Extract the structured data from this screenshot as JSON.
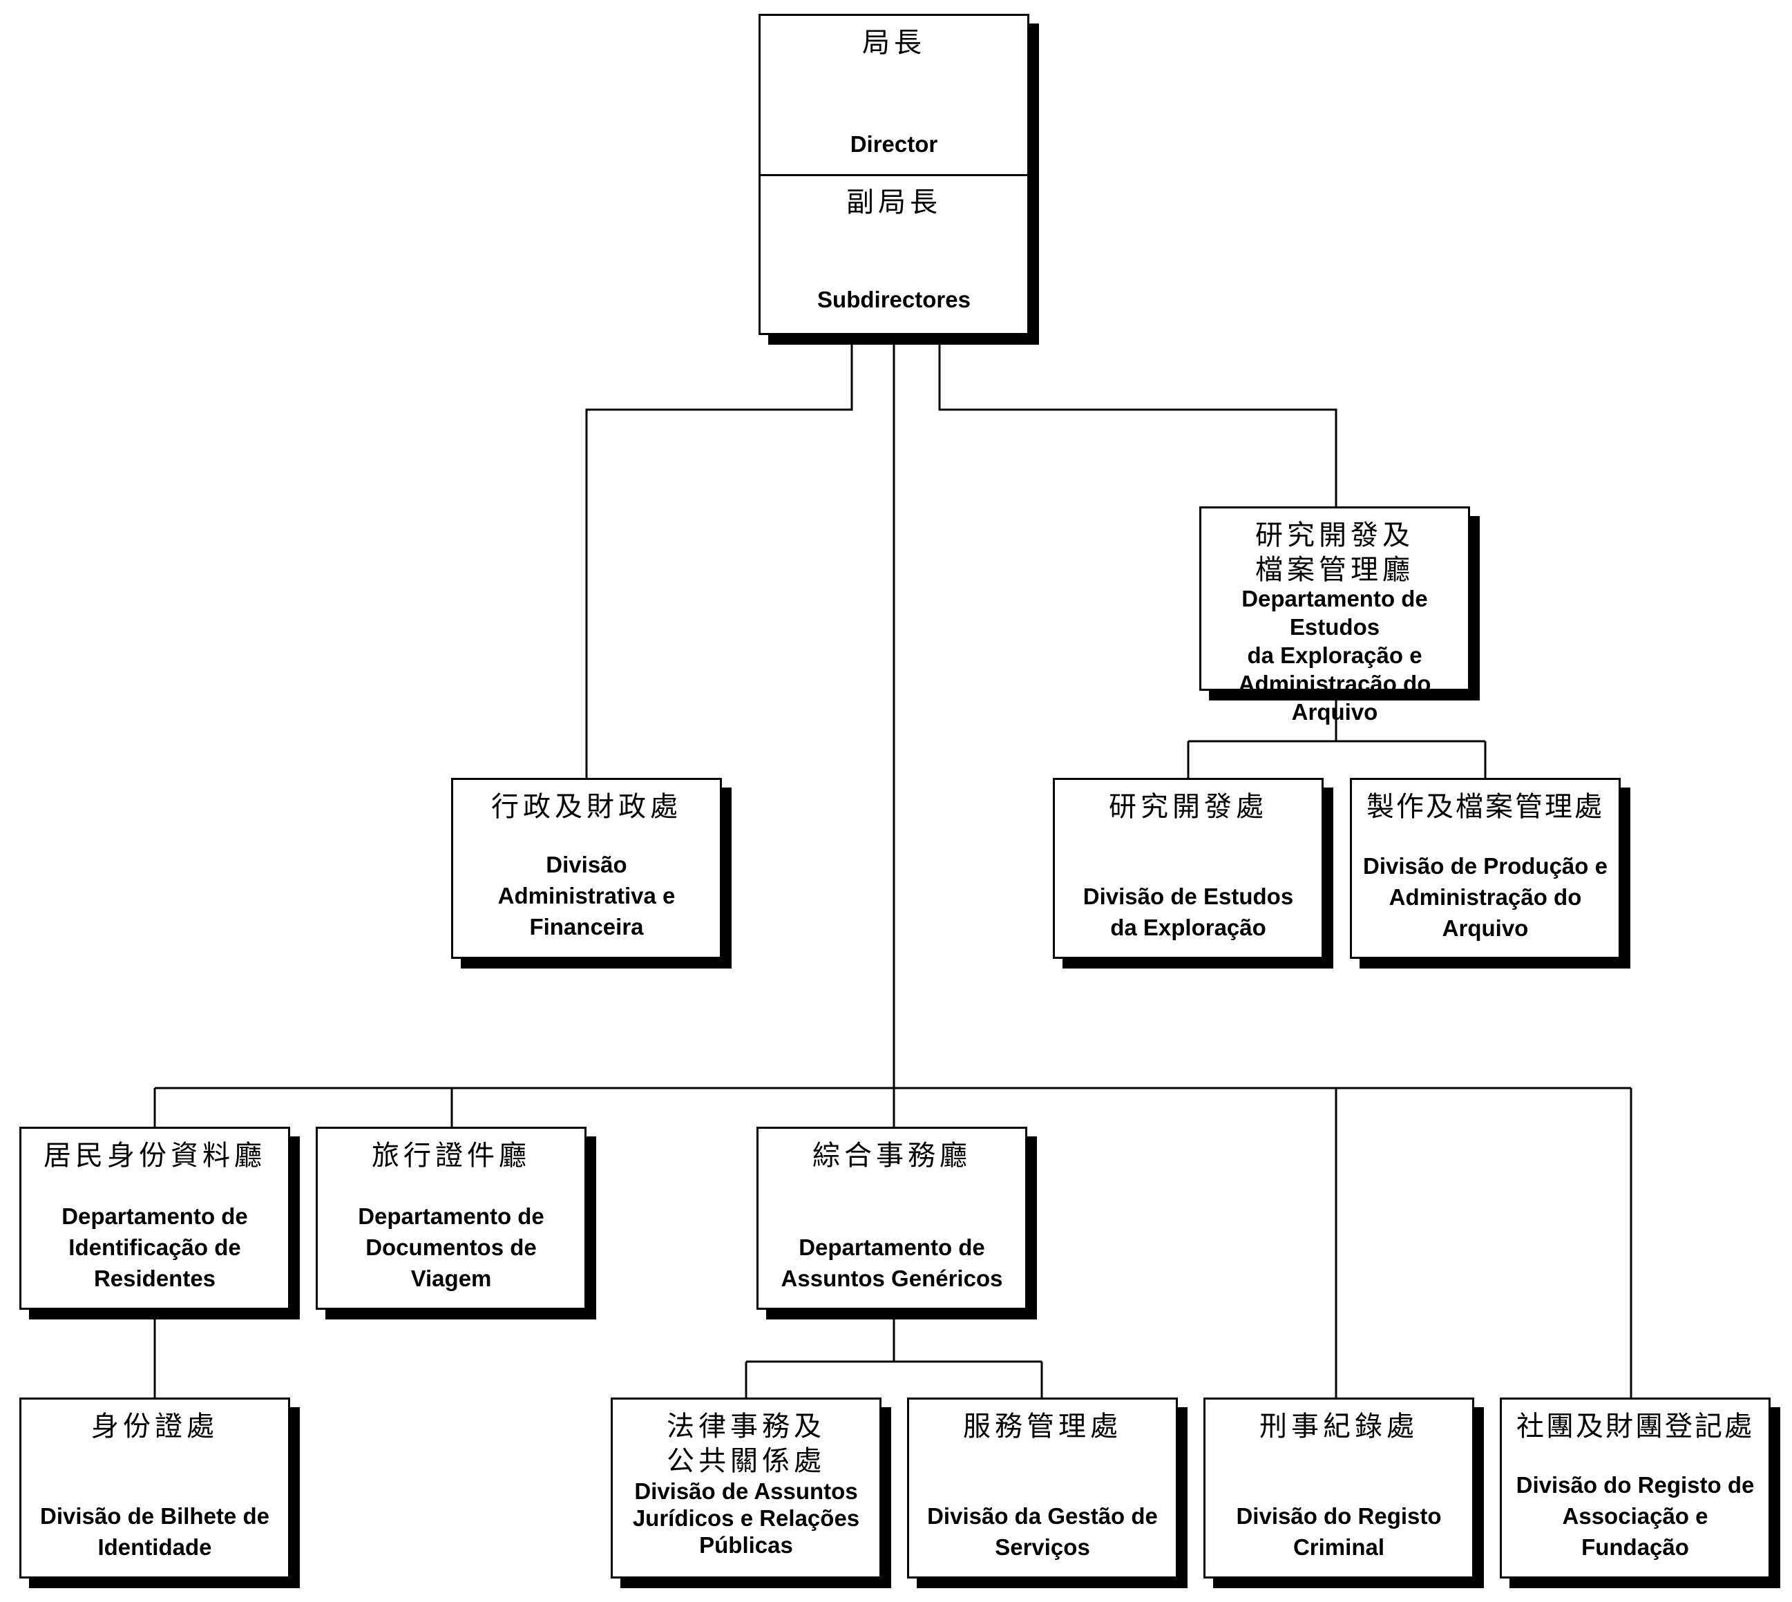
{
  "director": {
    "zh": "局長",
    "pt": "Director"
  },
  "subdirectors": {
    "zh": "副局長",
    "pt": "Subdirectores"
  },
  "dept_research": {
    "zh": "研究開發及\n檔案管理廳",
    "pt": "Departamento de Estudos\nda Exploração e\nAdministração do Arquivo"
  },
  "div_admin_finance": {
    "zh": "行政及財政處",
    "pt": "Divisão\nAdministrativa e\nFinanceira"
  },
  "div_research": {
    "zh": "研究開發處",
    "pt": "Divisão de Estudos\nda Exploração"
  },
  "div_production_archive": {
    "zh": "製作及檔案管理處",
    "pt": "Divisão de Produção e\nAdministração do\nArquivo"
  },
  "dept_resident_id": {
    "zh": "居民身份資料廳",
    "pt": "Departamento de\nIdentificação de\nResidentes"
  },
  "dept_travel_docs": {
    "zh": "旅行證件廳",
    "pt": "Departamento de\nDocumentos de\nViagem"
  },
  "dept_general_affairs": {
    "zh": "綜合事務廳",
    "pt": "Departamento de\nAssuntos Genéricos"
  },
  "div_id_card": {
    "zh": "身份證處",
    "pt": "Divisão de Bilhete de\nIdentidade"
  },
  "div_legal_pr": {
    "zh": "法律事務及\n公共關係處",
    "pt": "Divisão de Assuntos\nJurídicos e Relações\nPúblicas"
  },
  "div_services": {
    "zh": "服務管理處",
    "pt": "Divisão da Gestão de\nServiços"
  },
  "div_criminal_record": {
    "zh": "刑事紀錄處",
    "pt": "Divisão do Registo\nCriminal"
  },
  "div_association": {
    "zh": "社團及財團登記處",
    "pt": "Divisão do Registo de\nAssociação e\nFundação"
  }
}
